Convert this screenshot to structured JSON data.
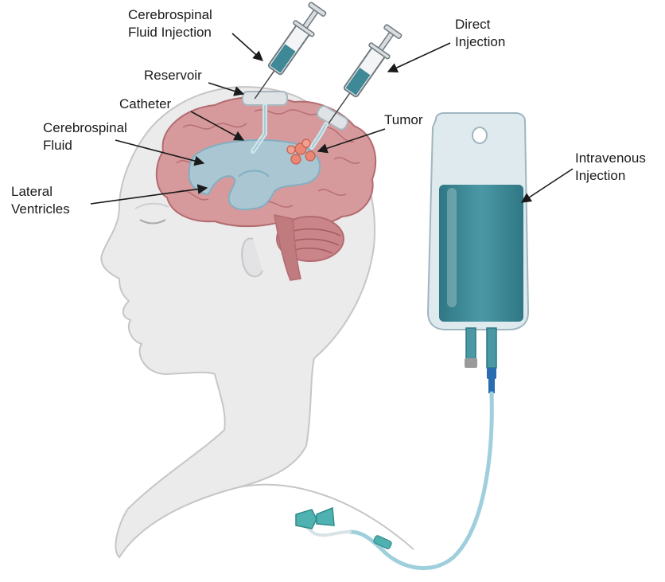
{
  "labels": {
    "csf_injection": [
      "Cerebrospinal",
      "Fluid Injection"
    ],
    "direct_injection": [
      "Direct",
      "Injection"
    ],
    "reservoir": "Reservoir",
    "catheter": "Catheter",
    "csf": [
      "Cerebrospinal",
      "Fluid"
    ],
    "tumor": "Tumor",
    "lateral_ventricles": [
      "Lateral",
      "Ventricles"
    ],
    "iv_injection": [
      "Intravenous",
      "Injection"
    ]
  },
  "colors": {
    "skin": "#ebebec",
    "skin_outline": "#c6c6c8",
    "brain": "#d79a9c",
    "brain_dark": "#b36b6f",
    "ventricle": "#a8c9d6",
    "fluid": "#3f8896",
    "bag": "#c9dde4",
    "tube": "#9fcfdc",
    "wing": "#4fb2b0",
    "tumor": "#e98774"
  }
}
